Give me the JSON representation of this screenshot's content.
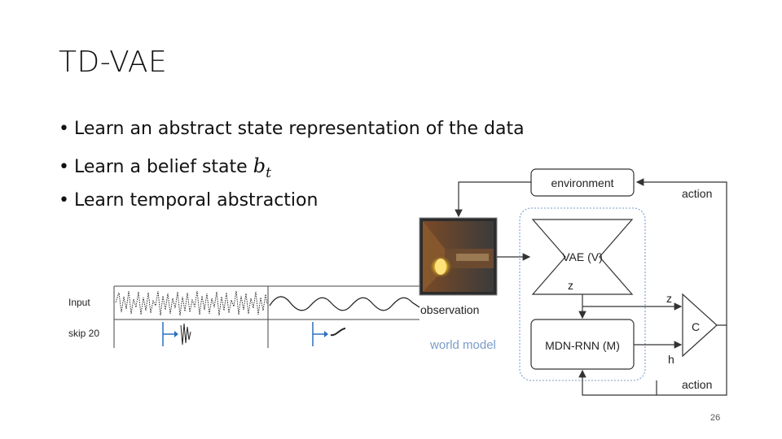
{
  "slide": {
    "title": "TD-VAE",
    "bullets": [
      {
        "text": "Learn an abstract state representation of the data"
      },
      {
        "text": "Learn a belief state",
        "math_base": "b",
        "math_sub": "t"
      },
      {
        "text": "Learn temporal abstraction"
      }
    ],
    "page_number": "26"
  },
  "signal_figure": {
    "row_labels": [
      "Input",
      "skip 20"
    ]
  },
  "world_model_diagram": {
    "environment": "environment",
    "action_top": "action",
    "action_bottom": "action",
    "vae": "VAE (V)",
    "z_inside": "z",
    "z_right": "z",
    "h": "h",
    "controller": "C",
    "mdn_rnn": "MDN-RNN (M)",
    "observation": "observation",
    "world_model": "world model",
    "colors": {
      "world_model_label": "#7a9cc8",
      "dotted_border": "#7a9cc8"
    }
  }
}
